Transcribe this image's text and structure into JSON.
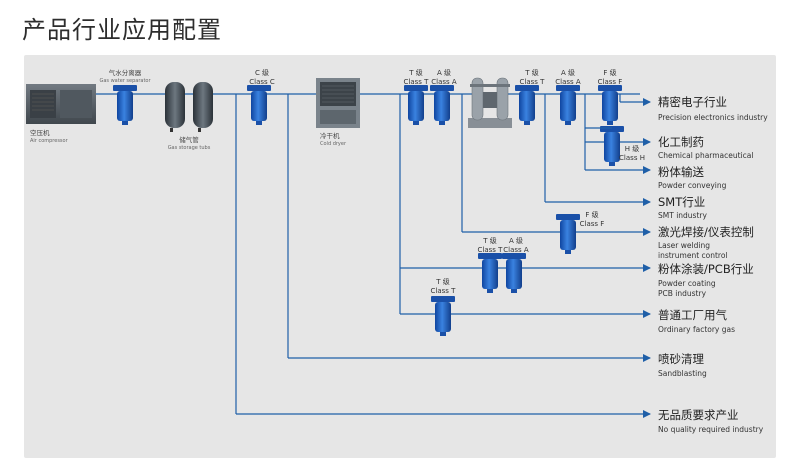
{
  "title": "产品行业应用配置",
  "colors": {
    "line": "#1f5fa8",
    "filter_blue": "#1f62c8",
    "panel_bg": "#e6e6e6"
  },
  "equipment": {
    "compressor": {
      "cn": "空压机",
      "en": "Air compressor"
    },
    "separator": {
      "cn": "气水分离器",
      "en": "Gas water separator"
    },
    "storage": {
      "cn": "储气管",
      "en": "Gas storage tubs"
    },
    "dryer": {
      "cn": "冷干机",
      "en": "Cold dryer"
    }
  },
  "filter_labels": {
    "c_main": {
      "cn": "C 级",
      "en": "Class C"
    },
    "t_main": {
      "cn": "T 级",
      "en": "Class T"
    },
    "a_main": {
      "cn": "A 级",
      "en": "Class A"
    },
    "t_post": {
      "cn": "T 级",
      "en": "Class T"
    },
    "a_post": {
      "cn": "A 级",
      "en": "Class A"
    },
    "f_post": {
      "cn": "F 级",
      "en": "Class F"
    },
    "h_branch": {
      "cn": "H 级",
      "en": "Class H"
    },
    "f_laser": {
      "cn": "F 级",
      "en": "Class F"
    },
    "t_powder": {
      "cn": "T 级",
      "en": "Class T"
    },
    "a_powder": {
      "cn": "A 级",
      "en": "Class A"
    },
    "t_factory": {
      "cn": "T 级",
      "en": "Class T"
    }
  },
  "industries": [
    {
      "cn": "精密电子行业",
      "en": [
        "Precision electronics industry"
      ]
    },
    {
      "cn": "化工制药",
      "en": [
        "Chemical pharmaceutical"
      ]
    },
    {
      "cn": "粉体输送",
      "en": [
        "Powder conveying"
      ]
    },
    {
      "cn": "SMT行业",
      "en": [
        "SMT industry"
      ]
    },
    {
      "cn": "激光焊接/仪表控制",
      "en": [
        "Laser welding",
        "instrument control"
      ]
    },
    {
      "cn": "粉体涂装/PCB行业",
      "en": [
        "Powder coating",
        "PCB industry"
      ]
    },
    {
      "cn": "普通工厂用气",
      "en": [
        "Ordinary factory gas"
      ]
    },
    {
      "cn": "喷砂清理",
      "en": [
        "Sandblasting"
      ]
    },
    {
      "cn": "无品质要求产业",
      "en": [
        "No quality required industry"
      ]
    }
  ]
}
